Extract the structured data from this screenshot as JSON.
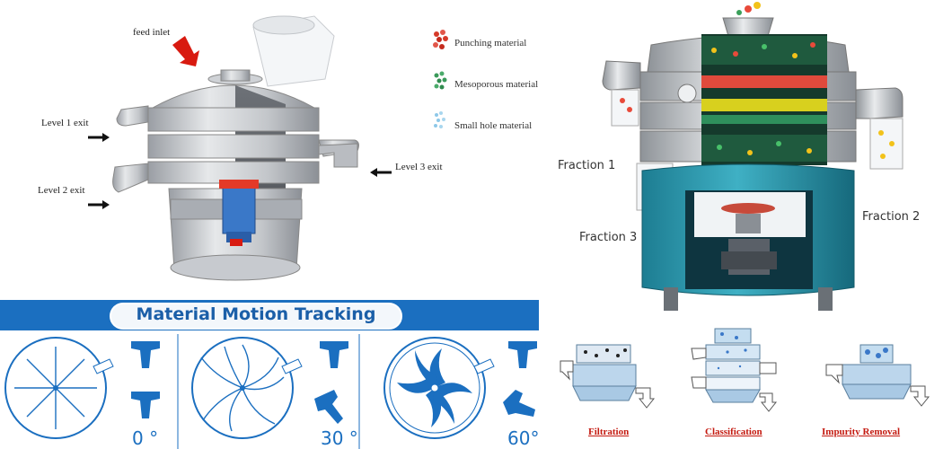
{
  "left_diagram": {
    "feed_inlet": "feed inlet",
    "level1_exit": "Level 1 exit",
    "level2_exit": "Level 2 exit",
    "level3_exit": "Level 3 exit"
  },
  "legend": [
    {
      "label": "Punching material",
      "color": "#d63a2a"
    },
    {
      "label": "Mesoporous material",
      "color": "#3a9a5a"
    },
    {
      "label": "Small hole material",
      "color": "#8ec8e8"
    }
  ],
  "right_diagram": {
    "fraction1": "Fraction 1",
    "fraction2": "Fraction 2",
    "fraction3": "Fraction 3"
  },
  "motion": {
    "title": "Material Motion Tracking",
    "angles": [
      "0 °",
      "30 °",
      "60°"
    ]
  },
  "modes": [
    "Filtration",
    "Classification",
    "Impurity Removal"
  ],
  "colors": {
    "banner": "#1b6fc0",
    "machine_teal": "#1d8aa0",
    "mode_label": "#c41a10"
  }
}
